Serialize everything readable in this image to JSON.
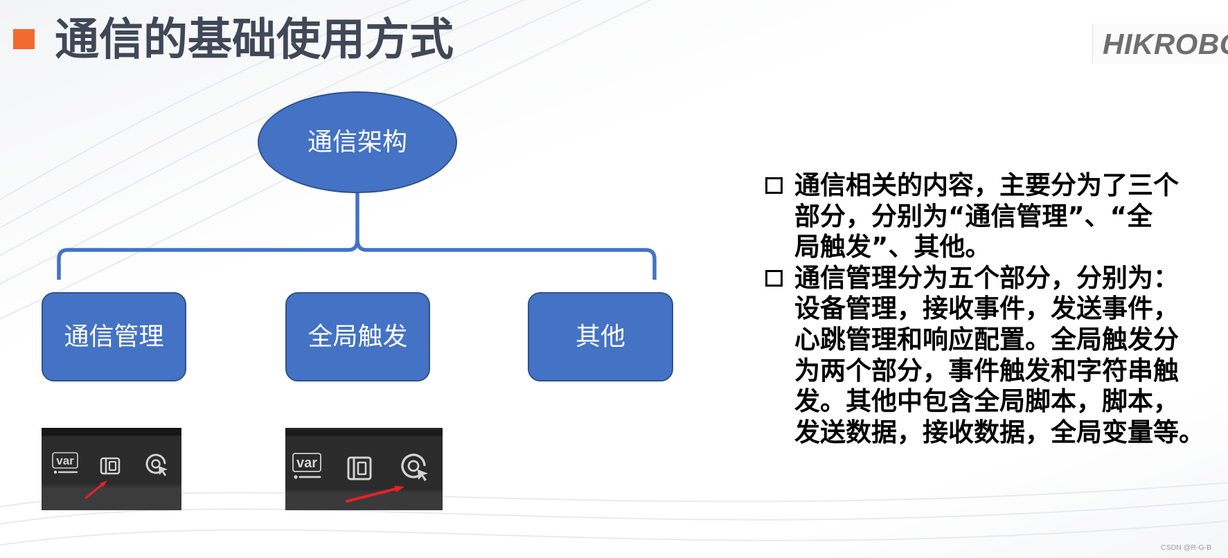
{
  "colors": {
    "accent": "#F26A2E",
    "title": "#404857",
    "node_fill": "#4472C4",
    "node_border": "#2F528F",
    "node_text": "#FFFFFF",
    "connector": "#4472C4",
    "arrow": "#E5212B",
    "note_text": "#000000",
    "logo": "#6E6E6E",
    "watermark": "#9A9A9A"
  },
  "header": {
    "title": "通信的基础使用方式",
    "logo_text": "HIKROBO"
  },
  "diagram": {
    "root": {
      "label": "通信架构"
    },
    "children": [
      {
        "label": "通信管理"
      },
      {
        "label": "全局触发"
      },
      {
        "label": "其他"
      }
    ]
  },
  "thumbnails": [
    {
      "icons": [
        "var-icon",
        "device-icon",
        "target-cursor-icon"
      ],
      "var_label": "var"
    },
    {
      "icons": [
        "var-icon",
        "device-icon",
        "target-cursor-icon"
      ],
      "var_label": "var"
    }
  ],
  "notes": [
    {
      "lines": [
        "通信相关的内容，主要分为了三个",
        "部分，分别为“通信管理”、“全",
        "局触发”、其他。"
      ]
    },
    {
      "lines": [
        "通信管理分为五个部分，分别为：",
        "设备管理，接收事件，发送事件，",
        "心跳管理和响应配置。全局触发分",
        "为两个部分，事件触发和字符串触",
        "发。其他中包含全局脚本，脚本，",
        "发送数据，接收数据，全局变量等。"
      ]
    }
  ],
  "footer": {
    "watermark": "CSDN @R-G-B"
  }
}
